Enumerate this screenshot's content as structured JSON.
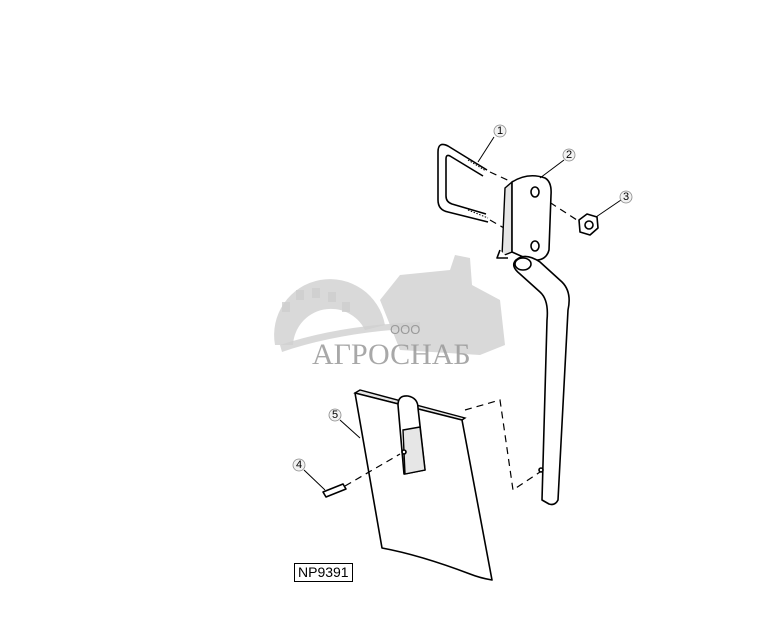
{
  "figure_id": "NP9391",
  "callouts": [
    "1",
    "2",
    "3",
    "4",
    "5"
  ],
  "watermark": {
    "company_prefix": "ООО",
    "company_name": "АГРОСНАБ"
  }
}
